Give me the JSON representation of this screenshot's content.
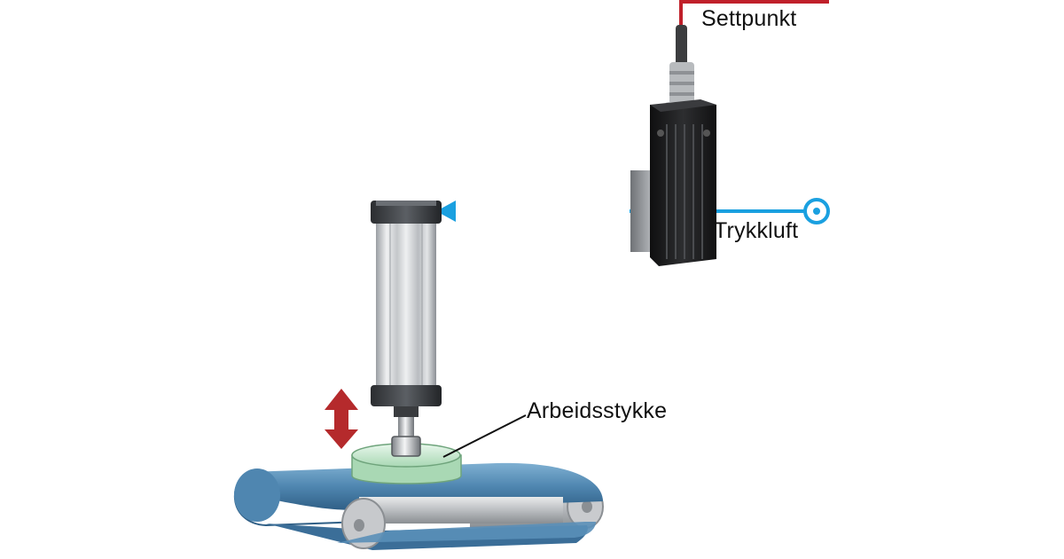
{
  "labels": {
    "setpoint": "Settpunkt",
    "compressed_air": "Trykkluft",
    "workpiece": "Arbeidsstykke"
  },
  "colors": {
    "signal_line": "#c0202a",
    "air_line": "#1aa0e0",
    "motion_arrow": "#b52a2c",
    "belt": "#5a8fb8",
    "workpiece": "#cdebd3",
    "regulator_body": "#1c1c1c"
  },
  "icons": {
    "air_supply": "circle-with-dot",
    "motion": "double-headed-vertical-arrow"
  }
}
